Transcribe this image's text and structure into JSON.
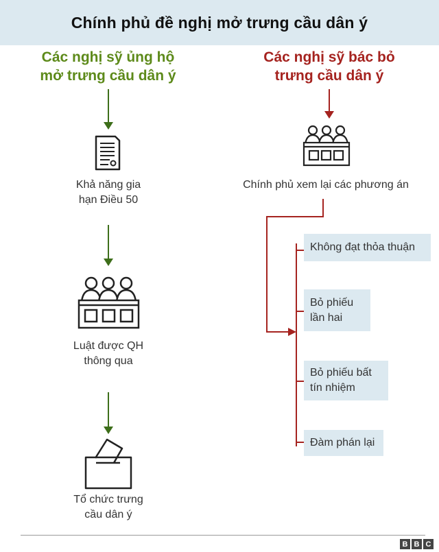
{
  "title": "Chính phủ đề nghị mở trưng cầu dân ý",
  "left_column": {
    "heading_line1": "Các nghị sỹ ủng hộ",
    "heading_line2": "mở trưng cầu dân ý",
    "steps": [
      {
        "line1": "Khả năng gia",
        "line2": "hạn Điều 50",
        "icon": "document-icon"
      },
      {
        "line1": "Luật được QH",
        "line2": "thông qua",
        "icon": "parliament-icon"
      },
      {
        "line1": "Tổ chức trưng",
        "line2": "cầu dân ý",
        "icon": "ballot-box-icon"
      }
    ]
  },
  "right_column": {
    "heading_line1": "Các nghị sỹ bác bỏ",
    "heading_line2": "trưng cầu dân ý",
    "review_label": "Chính phủ xem lại các phương án",
    "options": [
      {
        "line1": "Không đạt thỏa thuận",
        "line2": ""
      },
      {
        "line1": "Bỏ phiếu",
        "line2": "lần hai"
      },
      {
        "line1": "Bỏ phiếu bất",
        "line2": "tín nhiệm"
      },
      {
        "line1": "Đàm phán lại",
        "line2": ""
      }
    ]
  },
  "footer": {
    "logo_letters": [
      "B",
      "B",
      "C"
    ]
  },
  "colors": {
    "green": "#4a7d1f",
    "red": "#a5231f",
    "panel": "#dce9f0"
  }
}
